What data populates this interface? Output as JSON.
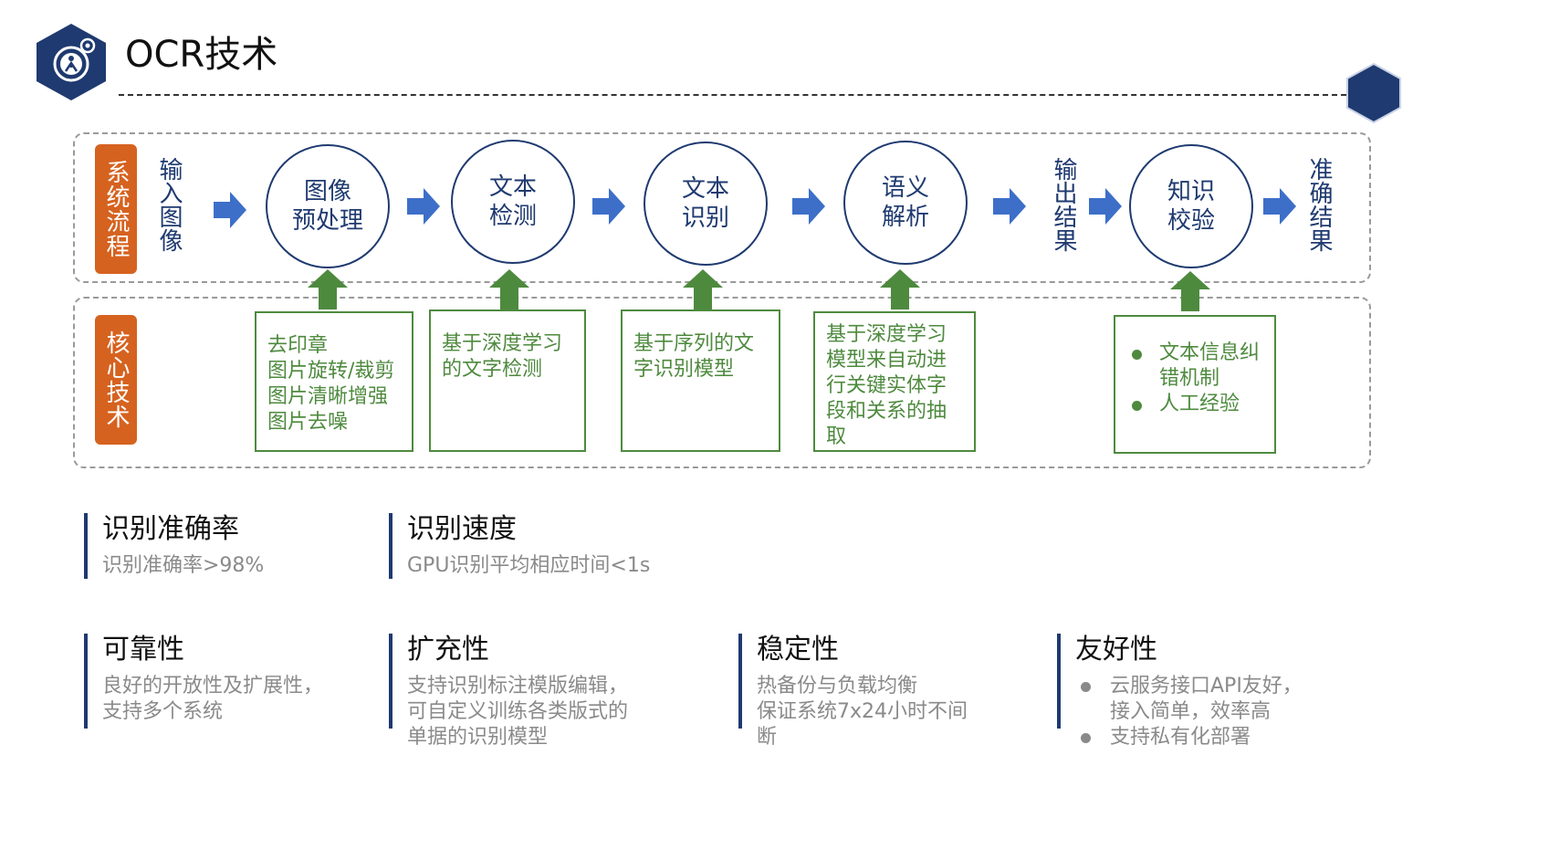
{
  "title": "OCR技术",
  "colors": {
    "navy": "#1f3a70",
    "orange": "#d6621f",
    "green": "#4e8a3e",
    "blue_arrow": "#3d6fc9",
    "gray_text": "#8a8a8a"
  },
  "icons": {
    "logo": "hexagon-gear-person-icon",
    "corner": "hexagon-icon",
    "flow_arrow": "right-arrow-icon",
    "support_arrow": "up-arrow-icon"
  },
  "flow": {
    "section_label": "系统流程",
    "input": "输入图像",
    "steps": [
      {
        "line1": "图像",
        "line2": "预处理"
      },
      {
        "line1": "文本",
        "line2": "检测"
      },
      {
        "line1": "文本",
        "line2": "识别"
      },
      {
        "line1": "语义",
        "line2": "解析"
      },
      {
        "line1": "知识",
        "line2": "校验"
      }
    ],
    "output": "输出结果",
    "final": "准确结果"
  },
  "tech": {
    "section_label": "核心技术",
    "boxes": [
      {
        "lines": [
          "去印章",
          "图片旋转/裁剪",
          "图片清晰增强",
          "图片去噪"
        ]
      },
      {
        "lines": [
          "基于深度学习",
          "的文字检测"
        ]
      },
      {
        "lines": [
          "基于序列的文",
          "字识别模型"
        ]
      },
      {
        "lines": [
          "基于深度学习",
          "模型来自动进",
          "行关键实体字",
          "段和关系的抽",
          "取"
        ]
      }
    ],
    "verify_bullets": [
      {
        "lines": [
          "文本信息纠",
          "错机制"
        ]
      },
      {
        "lines": [
          "人工经验"
        ]
      }
    ]
  },
  "metrics": [
    {
      "title": "识别准确率",
      "body": "识别准确率>98%"
    },
    {
      "title": "识别速度",
      "body": "GPU识别平均相应时间<1s"
    }
  ],
  "features": [
    {
      "title": "可靠性",
      "lines": [
        "良好的开放性及扩展性，",
        "支持多个系统"
      ]
    },
    {
      "title": "扩充性",
      "lines": [
        "支持识别标注模版编辑，",
        "可自定义训练各类版式的",
        "单据的识别模型"
      ]
    },
    {
      "title": "稳定性",
      "lines": [
        "热备份与负载均衡",
        "保证系统7x24小时不间",
        "断"
      ]
    }
  ],
  "friendly": {
    "title": "友好性",
    "bullets": [
      {
        "lines": [
          "云服务接口API友好，",
          "接入简单，效率高"
        ]
      },
      {
        "lines": [
          "支持私有化部署"
        ]
      }
    ]
  }
}
